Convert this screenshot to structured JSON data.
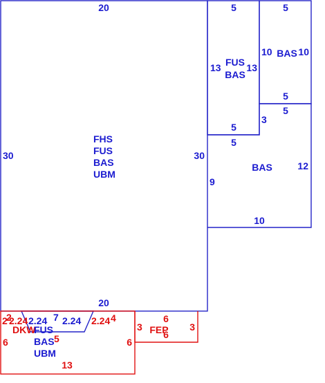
{
  "sketch": {
    "colors": {
      "primary": "#1b1bd0",
      "secondary": "#e01010"
    },
    "areas": {
      "main": {
        "codes": [
          "FHS",
          "FUS",
          "BAS",
          "UBM"
        ],
        "top": "20",
        "left": "30",
        "right": "30",
        "bottom": "20"
      },
      "fus_bas_section": {
        "codes": [
          "FUS",
          "BAS"
        ],
        "top": "5",
        "left": "13",
        "right": "13",
        "bottom": "5"
      },
      "bas_upper": {
        "code": "BAS",
        "top": "5",
        "left": "10",
        "right": "10",
        "bottom": "5"
      },
      "bas_lower": {
        "code": "BAS",
        "top": "5",
        "offset_top": "5",
        "notch": "3",
        "right": "12",
        "left": "9",
        "bottom": "10"
      },
      "lower_left": {
        "codes": [
          "FUS",
          "BAS",
          "UBM"
        ],
        "overlap_code": "DKW",
        "top_labels": [
          "2.24",
          "2.24",
          "7",
          "2.24",
          "2.24"
        ],
        "top_red_left": "2",
        "top_red_left2": "2",
        "top_red_right": "4",
        "mid": "5",
        "left": "6",
        "right": "6",
        "bottom": "13"
      },
      "fep": {
        "code": "FEP",
        "top": "6",
        "bottom": "6",
        "left": "3",
        "right": "3"
      }
    }
  }
}
